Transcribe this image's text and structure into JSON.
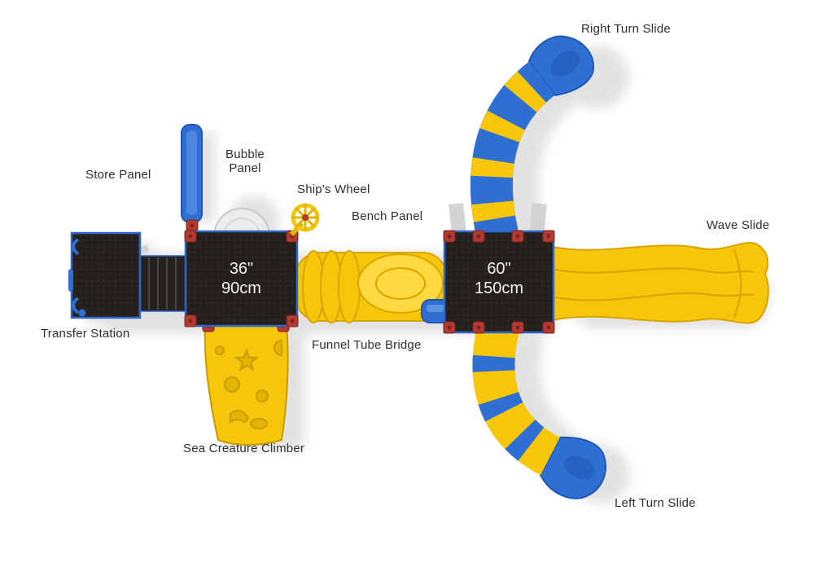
{
  "scene": {
    "colors": {
      "background": "#ffffff",
      "deck": "#26211d",
      "deck_edge": "#2e66c9",
      "blue": "#2f6fd4",
      "blue_dark": "#1f57b0",
      "yellow": "#f6c60a",
      "yellow_dark": "#d9a400",
      "red": "#b23a30",
      "gray": "#d3d3d3",
      "shadow": "#e2e2e2"
    }
  },
  "labels": {
    "right_turn_slide": "Right Turn Slide",
    "store_panel": "Store Panel",
    "bubble_panel": "Bubble Panel",
    "ships_wheel": "Ship's Wheel",
    "bench_panel": "Bench Panel",
    "wave_slide": "Wave Slide",
    "transfer_station": "Transfer Station",
    "funnel_tube_bridge": "Funnel Tube Bridge",
    "sea_creature_climber": "Sea Creature Climber",
    "left_turn_slide": "Left Turn Slide"
  },
  "decks": {
    "deck_36": {
      "size_in": "36\"",
      "size_cm": "90cm"
    },
    "deck_60": {
      "size_in": "60\"",
      "size_cm": "150cm"
    }
  }
}
